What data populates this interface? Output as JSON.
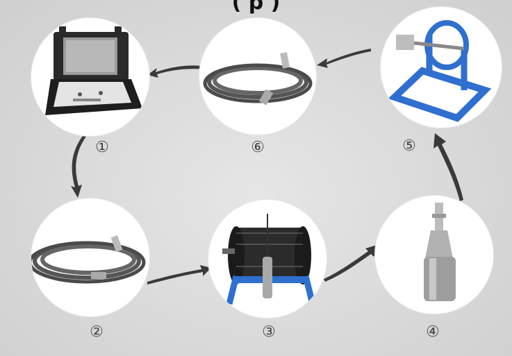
{
  "title": "(  p  )",
  "steps": [
    {
      "label": "①",
      "icon": "video-monitor-case-icon"
    },
    {
      "label": "②",
      "icon": "coiled-cable-icon"
    },
    {
      "label": "③",
      "icon": "cable-reel-with-probe-icon"
    },
    {
      "label": "④",
      "icon": "camera-probe-icon"
    },
    {
      "label": "⑤",
      "icon": "empty-reel-stand-icon"
    },
    {
      "label": "⑥",
      "icon": "coiled-cable-icon"
    }
  ]
}
